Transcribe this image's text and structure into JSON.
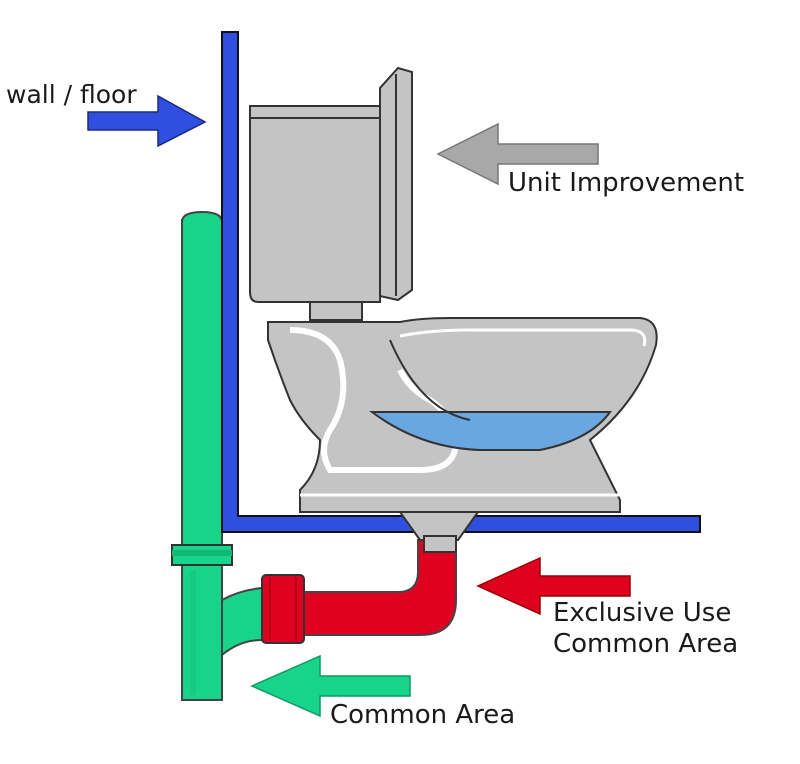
{
  "labels": {
    "wall_floor": "wall / floor",
    "unit_improvement": "Unit Improvement",
    "exclusive_use_line1": "Exclusive Use",
    "exclusive_use_line2": "Common Area",
    "common_area": "Common Area"
  },
  "colors": {
    "wall_floor": "#2e4fe0",
    "unit_improvement": "#a8a8a8",
    "exclusive_use": "#e00020",
    "common_area": "#18d48a",
    "toilet_body": "#c4c4c4",
    "water": "#6aa6e0"
  }
}
